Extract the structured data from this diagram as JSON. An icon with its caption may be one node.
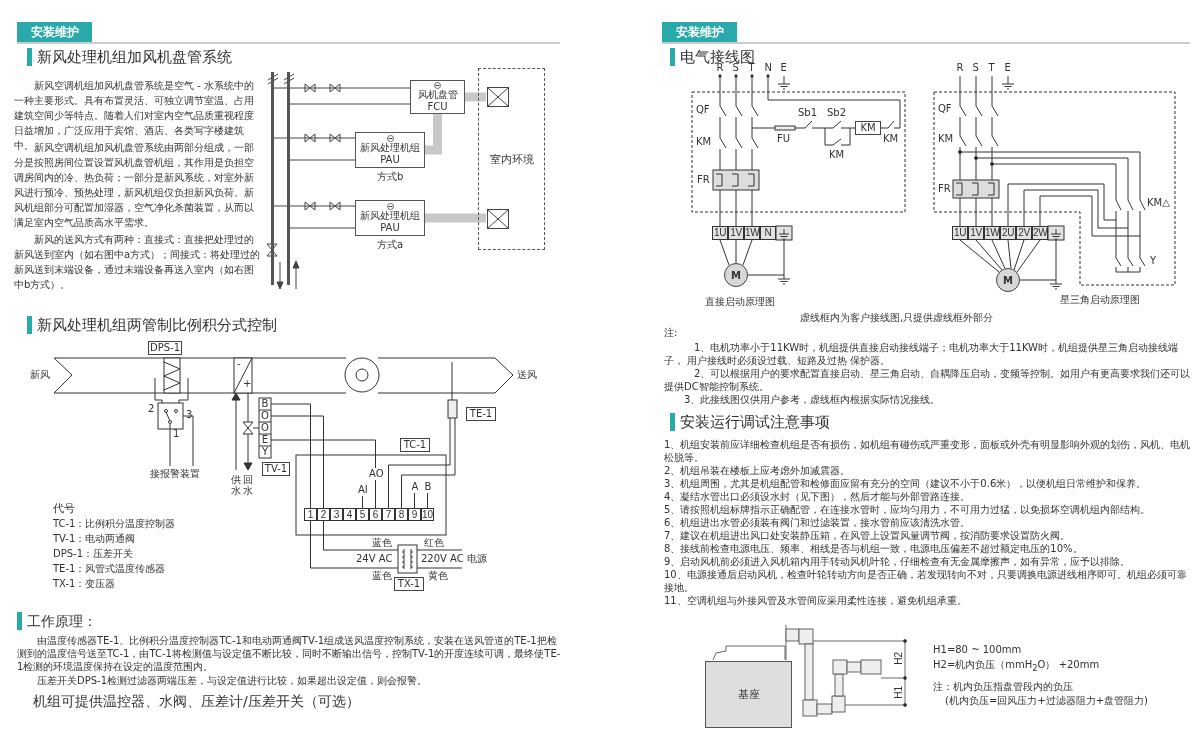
{
  "diagram": {
    "nodes": [
      {
        "text": [
          "安装维护"
        ]
      },
      {
        "text": [
          "安装维护"
        ]
      },
      {
        "text": [
          "风机盘管",
          "FCU"
        ]
      },
      {
        "text": [
          "新风处理机组",
          "PAU"
        ],
        "beside": [
          "方式b"
        ]
      },
      {
        "text": [
          "新风处理机组",
          "PAU"
        ],
        "beside": [
          "方式a"
        ]
      },
      {
        "text": [
          "室内环境"
        ]
      },
      {
        "text": [
          "DPS-1"
        ]
      },
      {
        "text": [
          "TV-1"
        ]
      },
      {
        "text": [
          "TC-1"
        ]
      },
      {
        "text": [
          "TE-1"
        ]
      },
      {
        "text": [
          "TX-1"
        ]
      },
      {
        "text": [
          "KM"
        ]
      },
      {
        "text": [
          "M"
        ]
      },
      {
        "text": [
          "M"
        ]
      },
      {
        "text": [
          "基座"
        ]
      },
      {
        "text": [],
        "shape": "bar"
      },
      {
        "text": [],
        "shape": "bar"
      },
      {
        "text": [],
        "shape": "box",
        "in": 5
      },
      {
        "text": [],
        "shape": "box",
        "in": 5
      }
    ],
    "edges": [
      {
        "from": 3,
        "to": 2,
        "arrow": "none",
        "style": "thick",
        "color": "#c8c8c8"
      },
      {
        "from": 2,
        "to": 17,
        "arrow": "none",
        "style": "thick",
        "color": "#c8c8c8"
      },
      {
        "from": 4,
        "to": 18,
        "arrow": "none",
        "style": "thick",
        "color": "#c8c8c8"
      },
      {
        "from": 15,
        "to": 2,
        "arrow": "none"
      },
      {
        "from": 16,
        "to": 2,
        "arrow": "none"
      },
      {
        "from": 15,
        "to": 3,
        "arrow": "none"
      },
      {
        "from": 16,
        "to": 3,
        "arrow": "none"
      },
      {
        "from": 15,
        "to": 4,
        "arrow": "none"
      },
      {
        "from": 16,
        "to": 4,
        "arrow": "none"
      }
    ],
    "labels": [
      "新风处理机组加风机盘管系统",
      "新风空调机组加风机盘管系统是空气 - 水系统中的一种主要形式。具有布置灵活、可独立调节室温、占用建筑空间少等特点。随着人们对室内空气品质重视程度日益增加，广泛应用于宾馆、酒店、各类写字楼建筑中。",
      "新风空调机组加风机盘管系统由两部分组成，一部分是按照房间位置设置风机盘管机组，其作用是负担空调房间内的冷、热负荷；一部分是新风系统，对室外新风进行预冷、预热处理，新风机组仅负担新风负荷。新风机组部分可配置加湿器，空气净化杀菌装置，从而以满足室内空气品质高水平需求。",
      "新风的送风方式有两种：直接式：直接把处理过的新风送到室内（如右图中a方式）；间接式：将处理过的新风送到末端设备，通过末端设备再送入室内（如右图中b方式）。",
      "新风处理机组两管制比例积分式控制",
      "新风",
      "送风",
      "2",
      "3",
      "1",
      "接报警装置",
      "供水",
      "回水",
      "-",
      "+",
      "B",
      "O",
      "O",
      "E",
      "Y",
      "AI",
      "AO",
      "A",
      "B",
      "1",
      "2",
      "3",
      "4",
      "5",
      "6",
      "7",
      "8",
      "9",
      "10",
      "蓝色",
      "红色",
      "24V AC",
      "220V AC",
      "电源",
      "蓝色",
      "黄色",
      "代号",
      "TC-1：比例积分温度控制器",
      "TV-1：电动两通阀",
      "DPS-1：压差开关",
      "TE-1：风管式温度传感器",
      "TX-1：变压器",
      "工作原理：",
      "由温度传感器TE-1、比例积分温度控制器TC-1和电动两通阀TV-1组成送风温度控制系统，安装在送风管道的TE-1把检测到的温度信号送至TC-1，由TC-1将检测值与设定值不断比较，同时不断输出信号，控制TV-1的开度连续可调，最终使TE-1检测的环境温度保持在设定的温度范围内。",
      "压差开关DPS-1检测过滤器两端压差，与设定值进行比较，如果超出设定值，则会报警。",
      "机组可提供温控器、水阀、压差计/压差开关（可选）",
      "电气接线图",
      "R",
      "S",
      "T",
      "N",
      "E",
      "QF",
      "KM",
      "FR",
      "FU",
      "Sb1",
      "Sb2",
      "KM",
      "KM",
      "1U",
      "1V",
      "1W",
      "N",
      "直接启动原理图",
      "R",
      "S",
      "T",
      "E",
      "QF",
      "KM",
      "FR",
      "KM△",
      "Y",
      "1U",
      "1V",
      "1W",
      "2U",
      "2V",
      "2W",
      "星三角启动原理图",
      "虚线框内为客户接线图,只提供虚线框外部分",
      "注:",
      "1、电机功率小于11KW时，机组提供直接启动接线端子；电机功率大于11KW时，机组提供星三角启动接线端子， 用户接线时必须设过载、短路及过热 保护器。",
      "2、可以根据用户的要求配置直接启动、星三角启动、自耦降压启动，变频等控制。如用户有更高要求我们还可以提供DC智能控制系统。",
      "3、此接线图仅供用户参考，虚线框内根据实际情况接线。",
      "安装运行调试注意事项",
      "1、机组安装前应详细检查机组是否有损伤，如机组有碰伤或严重变形，面板或外壳有明显影响外观的划伤，风机、电机松脱等。",
      "2、机组吊装在楼板上应考虑外加减震器。",
      "3、机组周围，尤其是机组配管和检修面应留有充分的空间（建议不小于0.6米），以便机组日常维护和保养。",
      "4、凝结水管出口必须设水封（见下图），然后才能与外部管路连接。",
      "5、请按照机组标牌指示正确配管，在连接水管时，应均匀用力，不可用力过猛，以免损坏空调机组内部结构。",
      "6、机组进出水管必须装有阀门和过滤装置，接水管前应该清洗水管。",
      "7、建议在机组进出风口处安装静压箱，在风管上设置风量调节阀，按消防要求设置防火阀。",
      "8、接线前检查电源电压、频率、相线是否与机组一致，电源电压偏差不超过额定电压的10%。",
      "9、启动风机前必须进入风机箱内用手转动风机叶轮，仔细检查有无金属摩擦声，如有异常，应予以排除。",
      "10、电源接通后启动风机，检查叶轮转动方向是否正确，若发现转向不对，只要调换电源进线相序即可。机组必须可靠接地。",
      "11、空调机组与外接风管及水管间应采用柔性连接，避免机组承重。",
      "H2",
      "H1",
      "H1=80 ~ 100mm",
      "H2=机内负压（mmH$_{2}$O） +20mm",
      "注：机内负压指盘管段内的负压",
      "(机内负压=回风压力+过滤器阻力+盘管阻力)"
    ]
  }
}
